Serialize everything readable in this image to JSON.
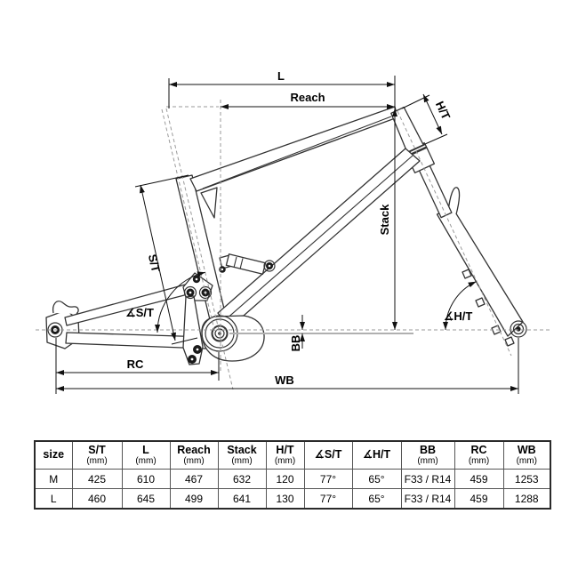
{
  "diagram": {
    "labels": {
      "l": "L",
      "reach": "Reach",
      "ht": "H/T",
      "stack": "Stack",
      "st": "S/T",
      "angle_st": "∡S/T",
      "angle_ht": "∡H/T",
      "bb": "BB",
      "rc": "RC",
      "wb": "WB"
    },
    "colors": {
      "line": "#333333",
      "dashed": "#9a9a9a",
      "dimension": "#111111",
      "bb_reference_line": "#b0b0b0"
    }
  },
  "table": {
    "columns": [
      {
        "label": "size",
        "sub": ""
      },
      {
        "label": "S/T",
        "sub": "(mm)"
      },
      {
        "label": "L",
        "sub": "(mm)"
      },
      {
        "label": "Reach",
        "sub": "(mm)"
      },
      {
        "label": "Stack",
        "sub": "(mm)"
      },
      {
        "label": "H/T",
        "sub": "(mm)"
      },
      {
        "label": "∡S/T",
        "sub": ""
      },
      {
        "label": "∡H/T",
        "sub": ""
      },
      {
        "label": "BB",
        "sub": "(mm)"
      },
      {
        "label": "RC",
        "sub": "(mm)"
      },
      {
        "label": "WB",
        "sub": "(mm)"
      }
    ],
    "rows": [
      [
        "M",
        "425",
        "610",
        "467",
        "632",
        "120",
        "77°",
        "65°",
        "F33 / R14",
        "459",
        "1253"
      ],
      [
        "L",
        "460",
        "645",
        "499",
        "641",
        "130",
        "77°",
        "65°",
        "F33 / R14",
        "459",
        "1288"
      ]
    ]
  }
}
